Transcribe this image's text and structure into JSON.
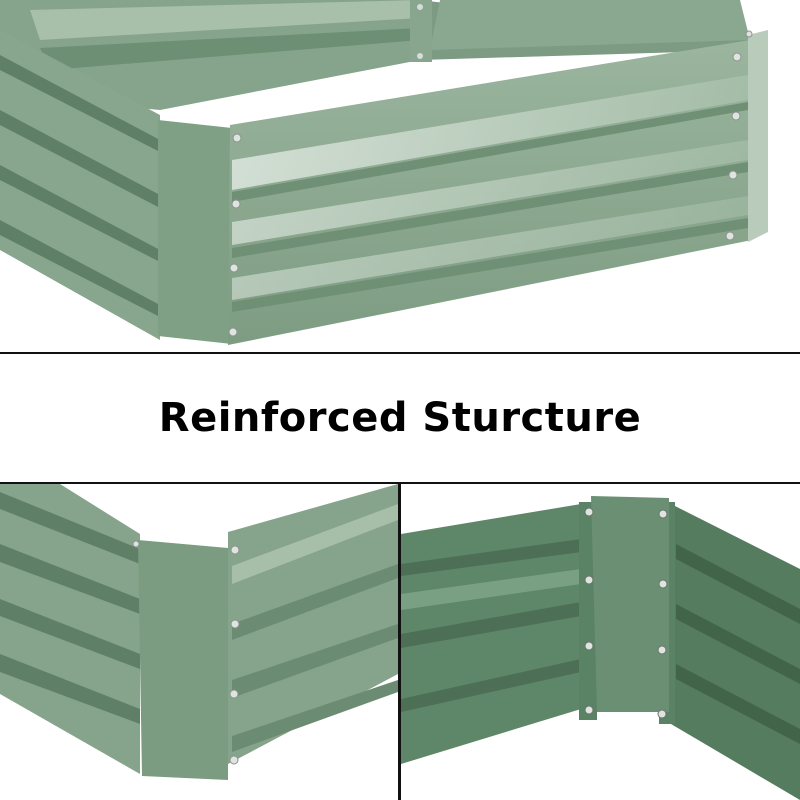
{
  "caption": {
    "text": "Reinforced Sturcture"
  },
  "images": {
    "top": {
      "subject": "raised-garden-bed-corner-overview"
    },
    "bottom_left": {
      "subject": "outer-corner-reinforcement-panel"
    },
    "bottom_right": {
      "subject": "inner-corner-bracket-with-bolts"
    }
  },
  "colors": {
    "bed_green_light": "#8fab93",
    "bed_green_mid": "#7a9a7f",
    "bed_green_dark": "#5f8066",
    "bed_green_deep": "#4d6f55",
    "inner_green": "#5e8668",
    "highlight": "#c9d8cb",
    "bolt": "#d8dcd9",
    "divider": "#111111",
    "caption": "#000000"
  }
}
